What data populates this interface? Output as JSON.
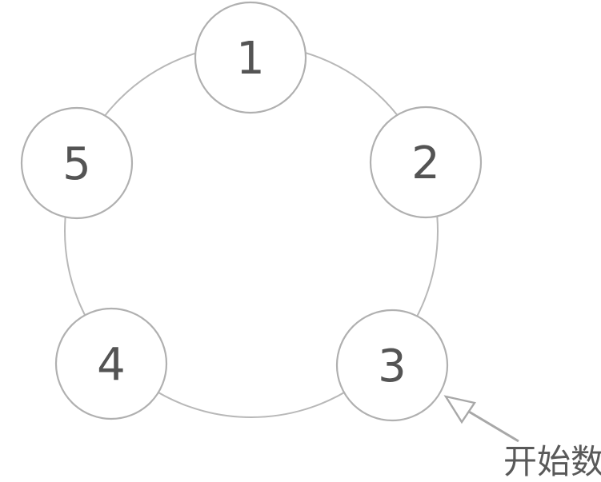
{
  "diagram": {
    "title": "",
    "nodes": [
      {
        "label": "1",
        "position": "top"
      },
      {
        "label": "2",
        "position": "upper-right"
      },
      {
        "label": "3",
        "position": "lower-right"
      },
      {
        "label": "4",
        "position": "lower-left"
      },
      {
        "label": "5",
        "position": "upper-left"
      }
    ],
    "annotation": {
      "label": "开始数",
      "arrow_points_to_node": "3"
    },
    "colors": {
      "background": "#ffffff",
      "node_fill": "#ffffff",
      "node_stroke": "#b0b0b0",
      "ring_stroke": "#b8b8b8",
      "number_color": "#545454",
      "arrow_color": "#a8a8a8",
      "annotation_color": "#595959"
    }
  }
}
